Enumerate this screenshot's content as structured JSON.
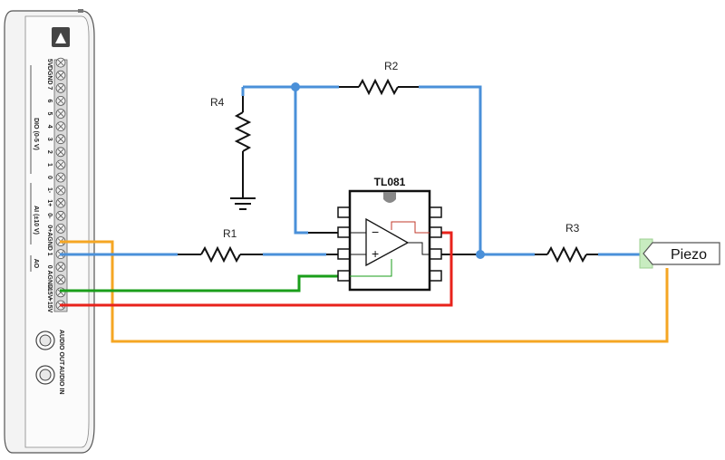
{
  "device": {
    "io_labels": [
      "+15V",
      "-15V",
      "AGND",
      "0",
      "1",
      "AGND",
      "0+",
      "0-",
      "1+",
      "1-",
      "0",
      "1",
      "2",
      "3",
      "4",
      "5",
      "6",
      "7",
      "DGND",
      "5V"
    ],
    "group_labels": {
      "ao": "AO",
      "ai": "AI (±10 V)",
      "dio": "DIO (0-5 V)"
    },
    "audio_out": "AUDIO OUT",
    "audio_in": "AUDIO IN"
  },
  "components": {
    "r1": "R1",
    "r2": "R2",
    "r3": "R3",
    "r4": "R4",
    "opamp": "TL081",
    "opamp_minus": "−",
    "opamp_plus": "+",
    "sensor": "Piezo"
  },
  "wire_colors": {
    "blue": "#4a90d9",
    "orange": "#f5a623",
    "green": "#1a9e1a",
    "red": "#e8221b",
    "black": "#111111"
  }
}
